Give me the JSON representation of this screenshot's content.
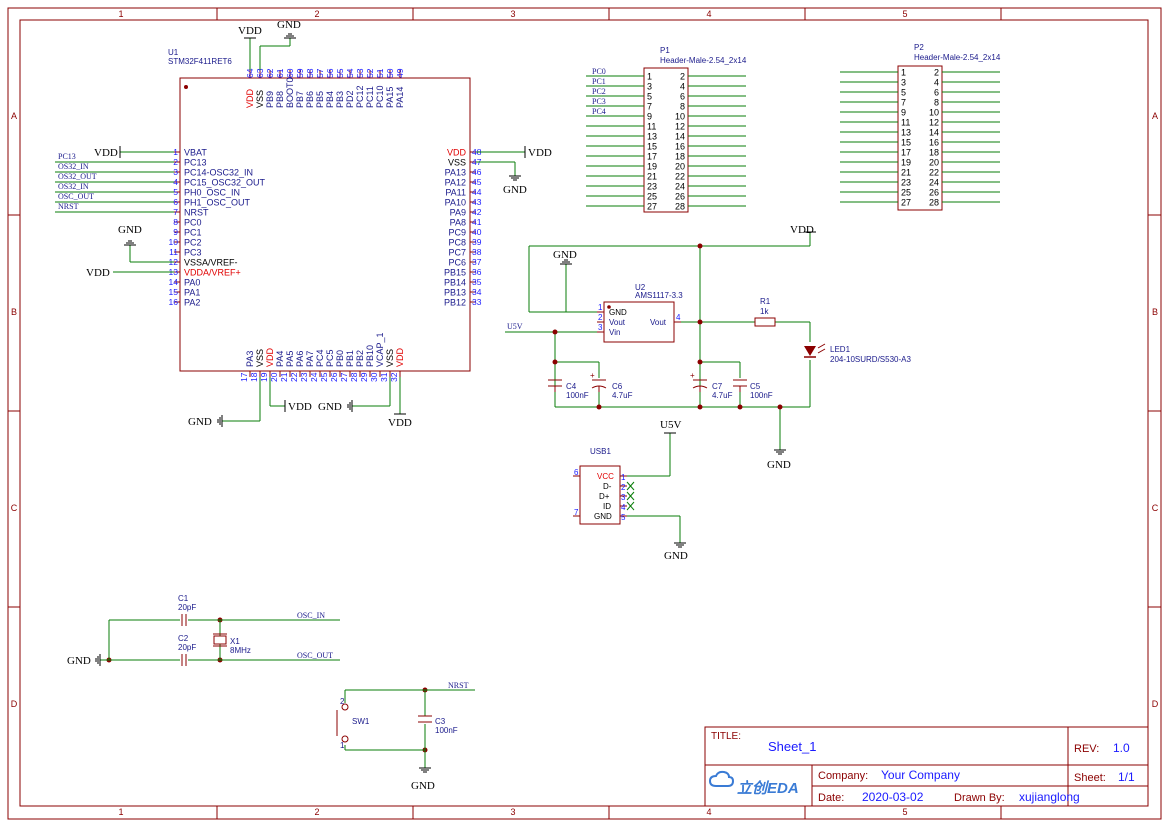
{
  "frame": {
    "col_labels": [
      "1",
      "2",
      "3",
      "4",
      "5"
    ],
    "row_labels": [
      "A",
      "B",
      "C",
      "D"
    ],
    "border_color": "#8b0000"
  },
  "colors": {
    "wire": "#0a7d0a",
    "pin_num": "#1a1aff",
    "power_pin": "#e00000",
    "body": "#8b0000",
    "netlabel": "#1a1a8b",
    "text": "#000000"
  },
  "u1": {
    "ref": "U1",
    "value": "STM32F411RET6",
    "top_pins": [
      {
        "num": "64",
        "name": "VDD",
        "power": true
      },
      {
        "num": "63",
        "name": "VSS",
        "power": false
      },
      {
        "num": "62",
        "name": "PB9"
      },
      {
        "num": "61",
        "name": "PB8"
      },
      {
        "num": "60",
        "name": "BOOT0"
      },
      {
        "num": "59",
        "name": "PB7"
      },
      {
        "num": "58",
        "name": "PB6"
      },
      {
        "num": "57",
        "name": "PB5"
      },
      {
        "num": "56",
        "name": "PB4"
      },
      {
        "num": "55",
        "name": "PB3"
      },
      {
        "num": "54",
        "name": "PD2"
      },
      {
        "num": "53",
        "name": "PC12"
      },
      {
        "num": "52",
        "name": "PC11"
      },
      {
        "num": "51",
        "name": "PC10"
      },
      {
        "num": "50",
        "name": "PA15"
      },
      {
        "num": "49",
        "name": "PA14"
      }
    ],
    "left_pins": [
      {
        "num": "1",
        "name": "VBAT"
      },
      {
        "num": "2",
        "name": "PC13"
      },
      {
        "num": "3",
        "name": "PC14-OSC32_IN"
      },
      {
        "num": "4",
        "name": "PC15_OSC32_OUT"
      },
      {
        "num": "5",
        "name": "PH0_OSC_IN"
      },
      {
        "num": "6",
        "name": "PH1_OSC_OUT"
      },
      {
        "num": "7",
        "name": "NRST"
      },
      {
        "num": "8",
        "name": "PC0"
      },
      {
        "num": "9",
        "name": "PC1"
      },
      {
        "num": "10",
        "name": "PC2"
      },
      {
        "num": "11",
        "name": "PC3"
      },
      {
        "num": "12",
        "name": "VSSA/VREF-",
        "black": true
      },
      {
        "num": "13",
        "name": "VDDA/VREF+",
        "power": true
      },
      {
        "num": "14",
        "name": "PA0"
      },
      {
        "num": "15",
        "name": "PA1"
      },
      {
        "num": "16",
        "name": "PA2"
      }
    ],
    "right_pins": [
      {
        "num": "48",
        "name": "VDD",
        "power": true
      },
      {
        "num": "47",
        "name": "VSS",
        "black": true
      },
      {
        "num": "46",
        "name": "PA13"
      },
      {
        "num": "45",
        "name": "PA12"
      },
      {
        "num": "44",
        "name": "PA11"
      },
      {
        "num": "43",
        "name": "PA10"
      },
      {
        "num": "42",
        "name": "PA9"
      },
      {
        "num": "41",
        "name": "PA8"
      },
      {
        "num": "40",
        "name": "PC9"
      },
      {
        "num": "39",
        "name": "PC8"
      },
      {
        "num": "38",
        "name": "PC7"
      },
      {
        "num": "37",
        "name": "PC6"
      },
      {
        "num": "36",
        "name": "PB15"
      },
      {
        "num": "35",
        "name": "PB14"
      },
      {
        "num": "34",
        "name": "PB13"
      },
      {
        "num": "33",
        "name": "PB12"
      }
    ],
    "bottom_pins": [
      {
        "num": "17",
        "name": "PA3"
      },
      {
        "num": "18",
        "name": "VSS",
        "black": true
      },
      {
        "num": "19",
        "name": "VDD",
        "power": true
      },
      {
        "num": "20",
        "name": "PA4"
      },
      {
        "num": "21",
        "name": "PA5"
      },
      {
        "num": "22",
        "name": "PA6"
      },
      {
        "num": "23",
        "name": "PA7"
      },
      {
        "num": "24",
        "name": "PC4"
      },
      {
        "num": "25",
        "name": "PC5"
      },
      {
        "num": "26",
        "name": "PB0"
      },
      {
        "num": "27",
        "name": "PB1"
      },
      {
        "num": "28",
        "name": "PB2"
      },
      {
        "num": "29",
        "name": "PB10"
      },
      {
        "num": "30",
        "name": "VCAP_1"
      },
      {
        "num": "31",
        "name": "VSS",
        "black": true
      },
      {
        "num": "32",
        "name": "VDD",
        "power": true
      }
    ],
    "left_nets": [
      "PC13",
      "OS32_IN",
      "OS32_OUT",
      "OS32_IN",
      "OSC_OUT",
      "NRST"
    ]
  },
  "power": {
    "vdd": "VDD",
    "gnd": "GND",
    "u5v": "U5V"
  },
  "p1": {
    "ref": "P1",
    "value": "Header-Male-2.54_2x14",
    "nets": [
      "PC0",
      "PC1",
      "PC2",
      "PC3",
      "PC4"
    ],
    "odd": [
      "1",
      "3",
      "5",
      "7",
      "9",
      "11",
      "13",
      "15",
      "17",
      "19",
      "21",
      "23",
      "25",
      "27"
    ],
    "even": [
      "2",
      "4",
      "6",
      "8",
      "10",
      "12",
      "14",
      "16",
      "18",
      "20",
      "22",
      "24",
      "26",
      "28"
    ]
  },
  "p2": {
    "ref": "P2",
    "value": "Header-Male-2.54_2x14",
    "odd": [
      "1",
      "3",
      "5",
      "7",
      "9",
      "11",
      "13",
      "15",
      "17",
      "19",
      "21",
      "23",
      "25",
      "27"
    ],
    "even": [
      "2",
      "4",
      "6",
      "8",
      "10",
      "12",
      "14",
      "16",
      "18",
      "20",
      "22",
      "24",
      "26",
      "28"
    ]
  },
  "u2": {
    "ref": "U2",
    "value": "AMS1117-3.3",
    "pins": [
      {
        "num": "1",
        "name": "GND"
      },
      {
        "num": "2",
        "name": "Vout"
      },
      {
        "num": "3",
        "name": "Vin"
      }
    ],
    "right_pin": {
      "num": "4",
      "name": "Vout"
    }
  },
  "r1": {
    "ref": "R1",
    "value": "1k"
  },
  "led1": {
    "ref": "LED1",
    "value": "204-10SURD/S530-A3"
  },
  "c4": {
    "ref": "C4",
    "value": "100nF"
  },
  "c6": {
    "ref": "C6",
    "value": "4.7uF"
  },
  "c7": {
    "ref": "C7",
    "value": "4.7uF"
  },
  "c5": {
    "ref": "C5",
    "value": "100nF"
  },
  "usb1": {
    "ref": "USB1",
    "pins": [
      {
        "num": "1",
        "name": "VCC",
        "power": true
      },
      {
        "num": "2",
        "name": "D-"
      },
      {
        "num": "3",
        "name": "D+"
      },
      {
        "num": "4",
        "name": "ID"
      },
      {
        "num": "5",
        "name": "GND"
      }
    ],
    "side_pins": [
      "6",
      "7"
    ]
  },
  "c1": {
    "ref": "C1",
    "value": "20pF"
  },
  "c2": {
    "ref": "C2",
    "value": "20pF"
  },
  "x1": {
    "ref": "X1",
    "value": "8MHz"
  },
  "osc_nets": {
    "in": "OSC_IN",
    "out": "OSC_OUT"
  },
  "sw1": {
    "ref": "SW1",
    "pin1": "1",
    "pin2": "2",
    "net": "NRST"
  },
  "c3": {
    "ref": "C3",
    "value": "100nF"
  },
  "title_block": {
    "title_label": "TITLE:",
    "title": "Sheet_1",
    "rev_label": "REV:",
    "rev": "1.0",
    "logo": "立创EDA",
    "company_label": "Company:",
    "company": "Your Company",
    "sheet_label": "Sheet:",
    "sheet": "1/1",
    "date_label": "Date:",
    "date": "2020-03-02",
    "drawn_label": "Drawn By:",
    "drawn": "xujianglong"
  }
}
